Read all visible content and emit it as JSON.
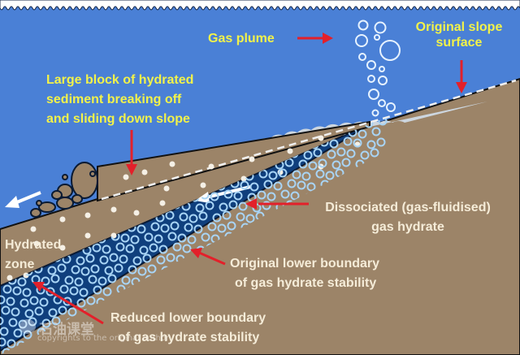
{
  "diagram": {
    "subject": "Submarine slope failure caused by gas hydrate dissociation",
    "colors": {
      "water": "#4a80d6",
      "sediment": "#9c8468",
      "hydrate_band": "#0f3f7d",
      "bubble_outline": "#a8d4f5",
      "foam": "#cdd6df",
      "label_yellow": "#f2f24a",
      "label_cream": "#f5ecd8",
      "arrow_red": "#e3202a",
      "outline": "#111111"
    },
    "labels": {
      "gas_plume": "Gas plume",
      "original_slope_surface_line1": "Original slope",
      "original_slope_surface_line2": "surface",
      "large_block_line1": "Large block of hydrated",
      "large_block_line2": "sediment breaking off",
      "large_block_line3": "and sliding down slope",
      "dissociated_line1": "Dissociated (gas-fluidised)",
      "dissociated_line2": "gas hydrate",
      "hydrated_zone_line1": "Hydrated",
      "hydrated_zone_line2": "zone",
      "original_boundary_line1": "Original lower boundary",
      "original_boundary_line2": "of gas hydrate stability",
      "reduced_boundary_line1": "Reduced lower boundary",
      "reduced_boundary_line2": "of gas hydrate stability"
    },
    "watermark": {
      "brand": "石油课堂",
      "note": "copyrights to the original author"
    }
  }
}
